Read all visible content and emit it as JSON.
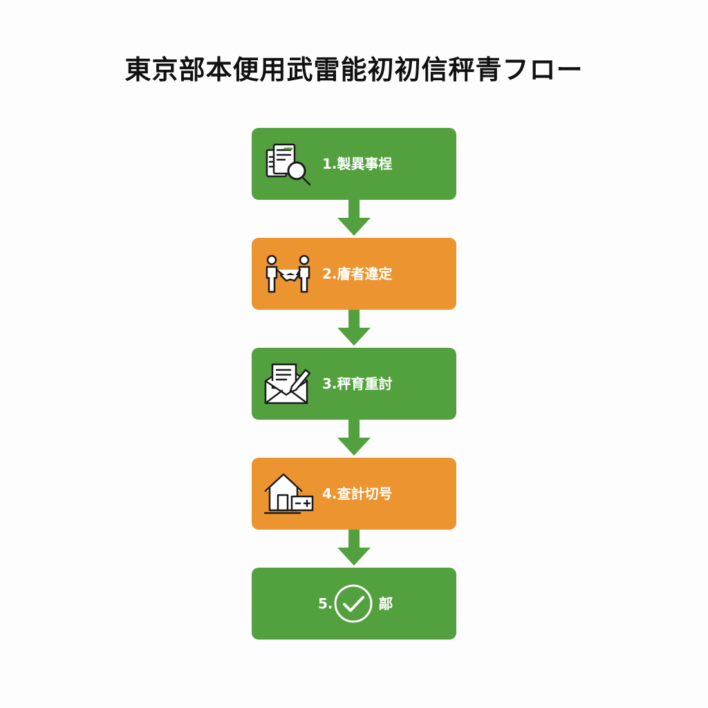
{
  "title": "東京部本便用武雷能初初信秤青フロー",
  "colors": {
    "green": "#53a03f",
    "orange": "#ec942f",
    "arrow": "#53a03f",
    "icon_stroke": "#1a1a1a",
    "icon_fill": "#ffffff"
  },
  "steps": [
    {
      "number": "1.",
      "label": "1.製異事桯",
      "icon": "document-search-icon",
      "color": "green"
    },
    {
      "number": "2.",
      "label": "2.廥者違定",
      "icon": "handshake-icon",
      "color": "orange"
    },
    {
      "number": "3.",
      "label": "3.秤育重討",
      "icon": "envelope-pen-icon",
      "color": "green"
    },
    {
      "number": "4.",
      "label": "4.查計切号",
      "icon": "house-battery-icon",
      "color": "orange"
    },
    {
      "number": "5.",
      "label": "鄗",
      "icon": "check-circle-icon",
      "color": "green"
    }
  ]
}
